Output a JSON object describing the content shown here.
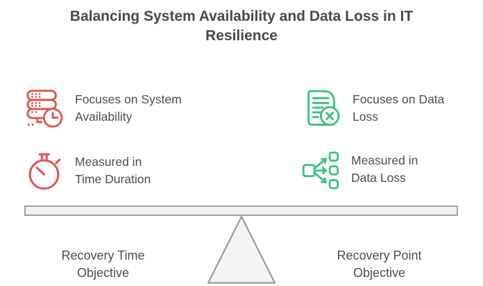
{
  "title": {
    "line1": "Balancing System Availability and Data Loss in IT",
    "line2": "Resilience"
  },
  "features": [
    {
      "icon": "server-clock-icon",
      "line1": "Focuses on System",
      "line2": "Availability"
    },
    {
      "icon": "document-error-icon",
      "line1": "Focuses on Data",
      "line2": "Loss"
    },
    {
      "icon": "stopwatch-icon",
      "line1": "Measured in",
      "line2": "Time Duration"
    },
    {
      "icon": "data-branch-icon",
      "line1": "Measured in",
      "line2": "Data Loss"
    }
  ],
  "scale": {
    "left_label": {
      "line1": "Recovery Time",
      "line2": "Objective"
    },
    "right_label": {
      "line1": "Recovery Point",
      "line2": "Objective"
    }
  },
  "colors": {
    "accent_red": "#E05552",
    "accent_green": "#3DC27E",
    "text_dark": "#4A4A4A",
    "beam_fill": "#F2F2F2",
    "beam_border": "#A0A0A0",
    "fulcrum_fill": "#F4F4F4",
    "fulcrum_border": "#999999"
  }
}
